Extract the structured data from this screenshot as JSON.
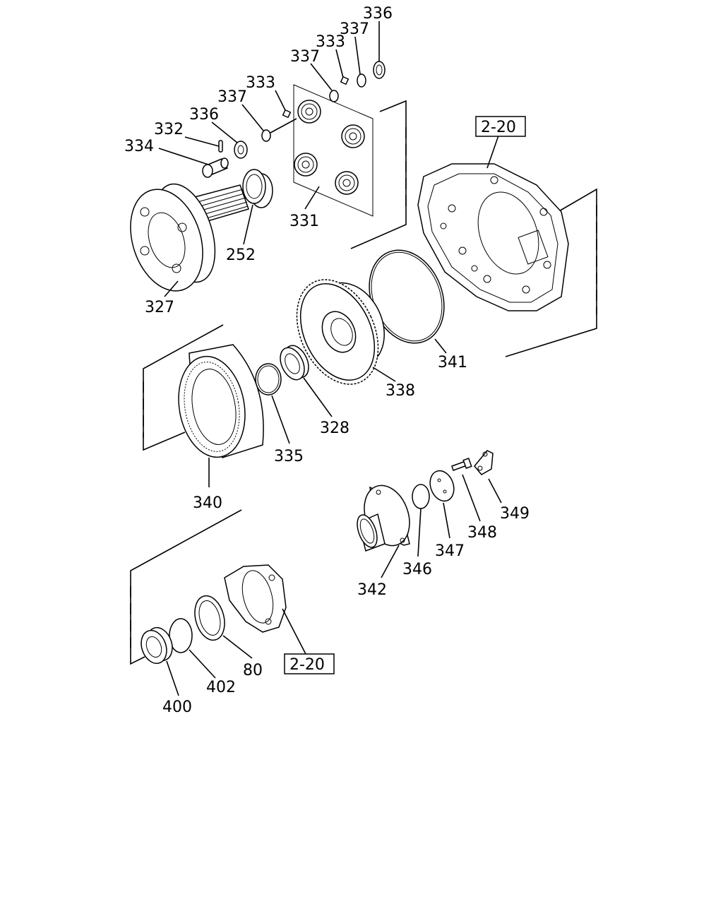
{
  "labels": {
    "p336a": "336",
    "p337a": "337",
    "p333a": "333",
    "p337b": "337",
    "p333b": "333",
    "p337c": "337",
    "p336b": "336",
    "p332": "332",
    "p334": "334",
    "p331": "331",
    "p252": "252",
    "p327": "327",
    "p341": "341",
    "p338": "338",
    "p328": "328",
    "p335": "335",
    "p340": "340",
    "p349": "349",
    "p348": "348",
    "p347": "347",
    "p346": "346",
    "p342": "342",
    "p80": "80",
    "p402": "402",
    "p400": "400"
  },
  "refs": {
    "top": "2-20",
    "bottom": "2-20"
  }
}
